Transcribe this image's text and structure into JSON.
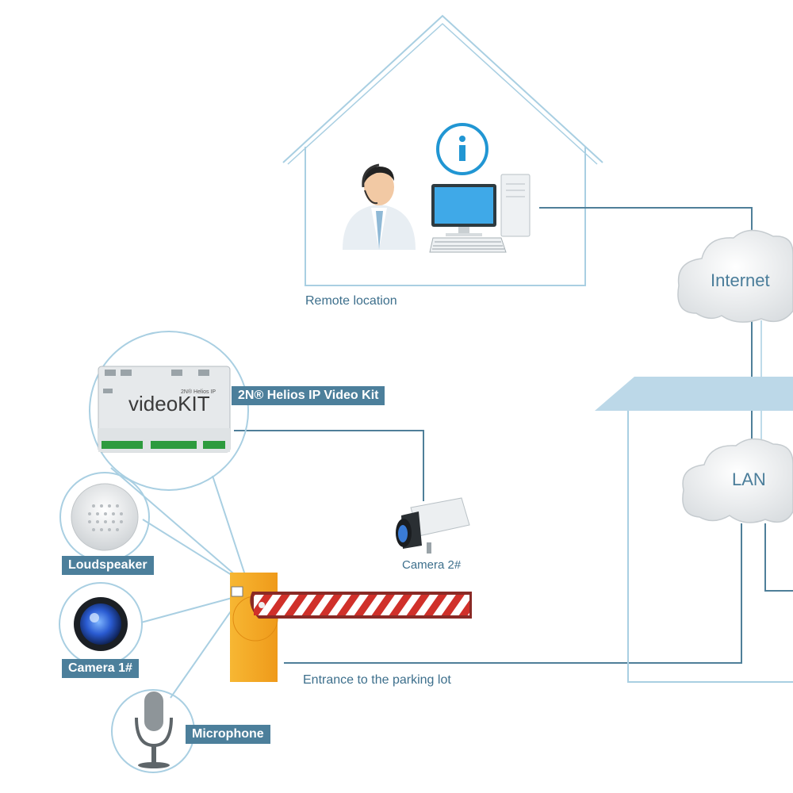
{
  "labels": {
    "remote_location": "Remote location",
    "internet": "Internet",
    "lan": "LAN",
    "video_kit": "2N® Helios IP Video Kit",
    "video_kit_device_text": "videoKIT",
    "video_kit_small_text": "2N® Helios IP",
    "camera2": "Camera 2#",
    "loudspeaker": "Loudspeaker",
    "camera1": "Camera 1#",
    "microphone": "Microphone",
    "entrance": "Entrance to the parking lot"
  },
  "colors": {
    "line": "#4f7f99",
    "outline": "#a9cfe2",
    "tag_bg": "#4c7f9b",
    "building_roof": "#bcd8e8",
    "info_blue": "#2196d3",
    "gate_orange": "#f5a623",
    "barrier_red": "#d0302a"
  },
  "icons": [
    "house-outline",
    "operator-headset-icon",
    "info-icon",
    "desktop-computer-icon",
    "cloud-icon",
    "building-outline",
    "videokit-device-icon",
    "ip-camera-icon",
    "loudspeaker-icon",
    "camera-lens-icon",
    "microphone-icon",
    "barrier-gate-icon"
  ]
}
